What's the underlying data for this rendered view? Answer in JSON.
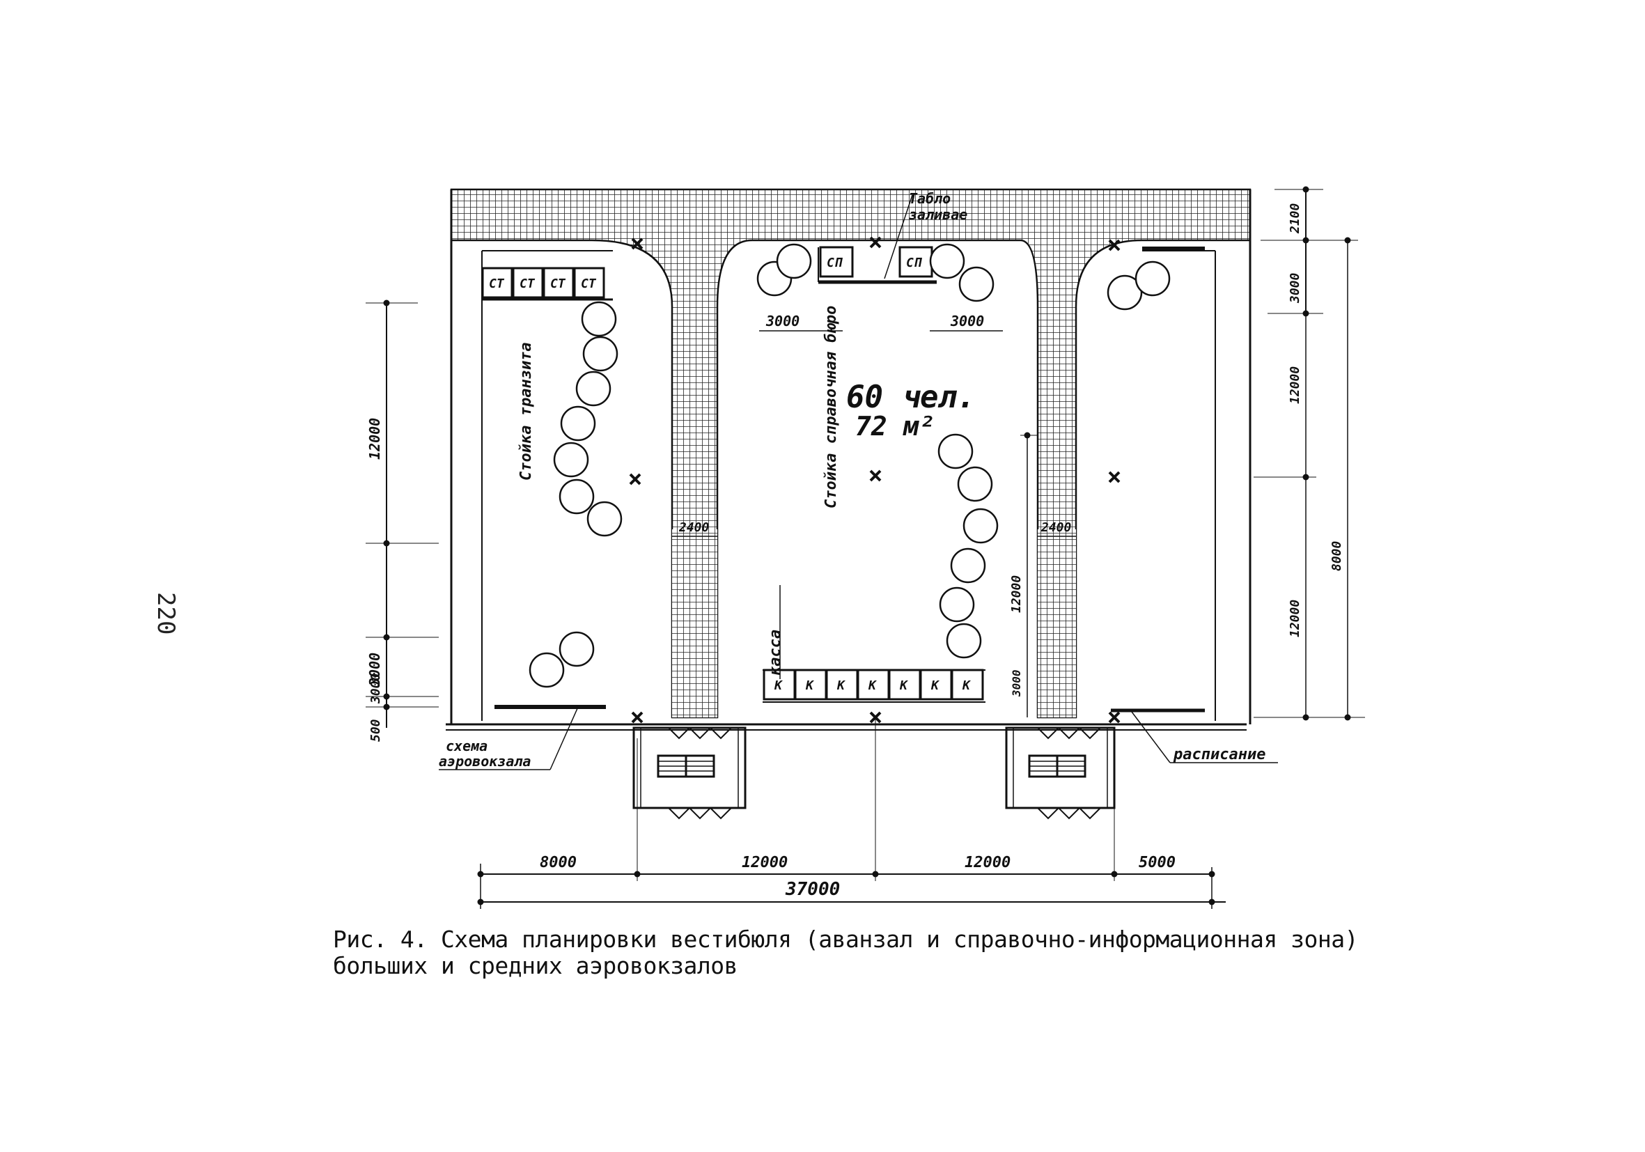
{
  "page_number": "220",
  "caption": {
    "line1": "Рис. 4. Схема планировки вестибюля (аванзал и справочно-информационная зона)",
    "line2": "больших и средних аэровокзалов"
  },
  "labels": {
    "tablo": "Табло",
    "tablo2": "заливае",
    "transit_desk": "Стойка транзита",
    "info_desk": "Стойка справочная бюро",
    "capacity_people": "60 чел.",
    "capacity_area": "72 м²",
    "kassa": "касса",
    "airport_scheme_1": "схема",
    "airport_scheme_2": "аэровокзала",
    "schedule": "расписание"
  },
  "kiosks": {
    "st_label": "СТ",
    "sp_label": "СП",
    "k_label": "К",
    "st_count": 4,
    "k_count": 7
  },
  "dimensions": {
    "bottom_segments": [
      "8000",
      "12000",
      "12000",
      "5000"
    ],
    "total": "37000",
    "left_1": "12000",
    "left_2": "3000",
    "left_3": "3000",
    "left_4": "500",
    "right_1": "2100",
    "right_2": "3000",
    "right_3": "12000",
    "right_4": "8000",
    "right_5": "12000",
    "inner_3000_a": "3000",
    "inner_3000_b": "3000",
    "corridor_a": "2400",
    "corridor_b": "2400",
    "inner_12000": "12000",
    "inner_3000_c": "3000"
  }
}
